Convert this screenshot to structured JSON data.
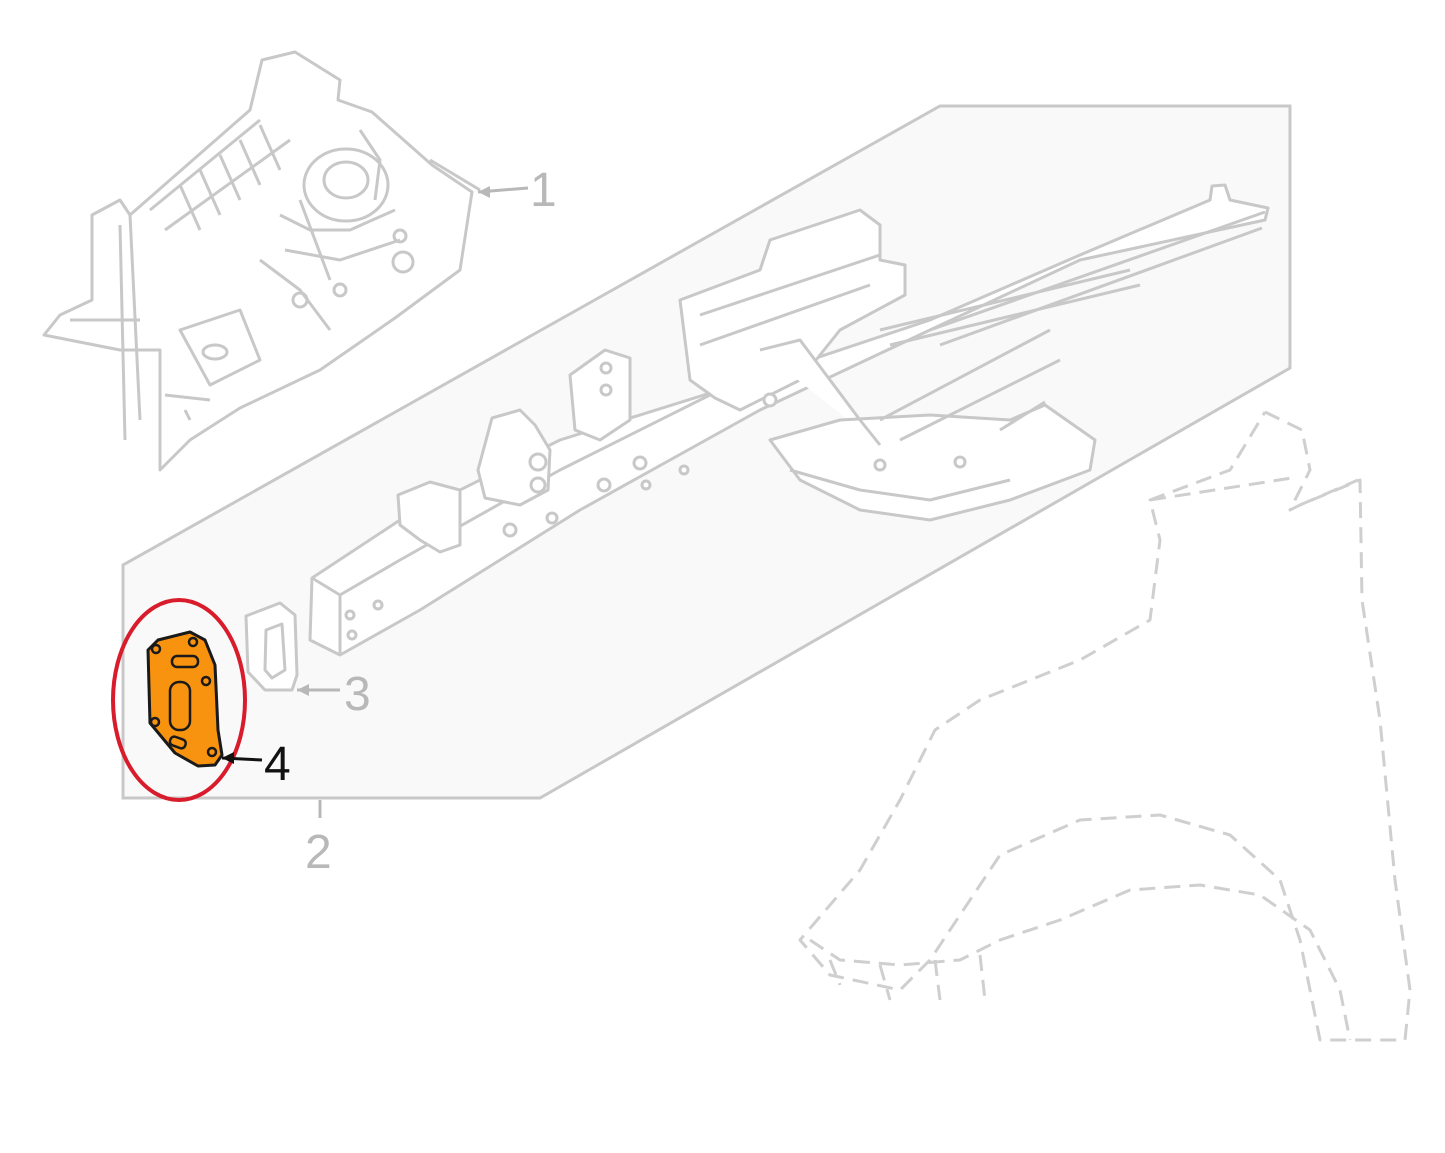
{
  "diagram": {
    "callouts": [
      {
        "id": "1",
        "label": "1",
        "emphasis": "muted"
      },
      {
        "id": "2",
        "label": "2",
        "emphasis": "muted"
      },
      {
        "id": "3",
        "label": "3",
        "emphasis": "muted"
      },
      {
        "id": "4",
        "label": "4",
        "emphasis": "highlighted"
      }
    ],
    "colors": {
      "line": "#c8c8c8",
      "panel_fill": "#f9f9f9",
      "muted_label": "#b8b8b8",
      "highlight_fill": "#f7930e",
      "highlight_stroke": "#1a1a1a",
      "highlight_label": "#111111",
      "highlight_ring": "#d91c2b",
      "fender_dash": "#cfcfcf"
    }
  }
}
